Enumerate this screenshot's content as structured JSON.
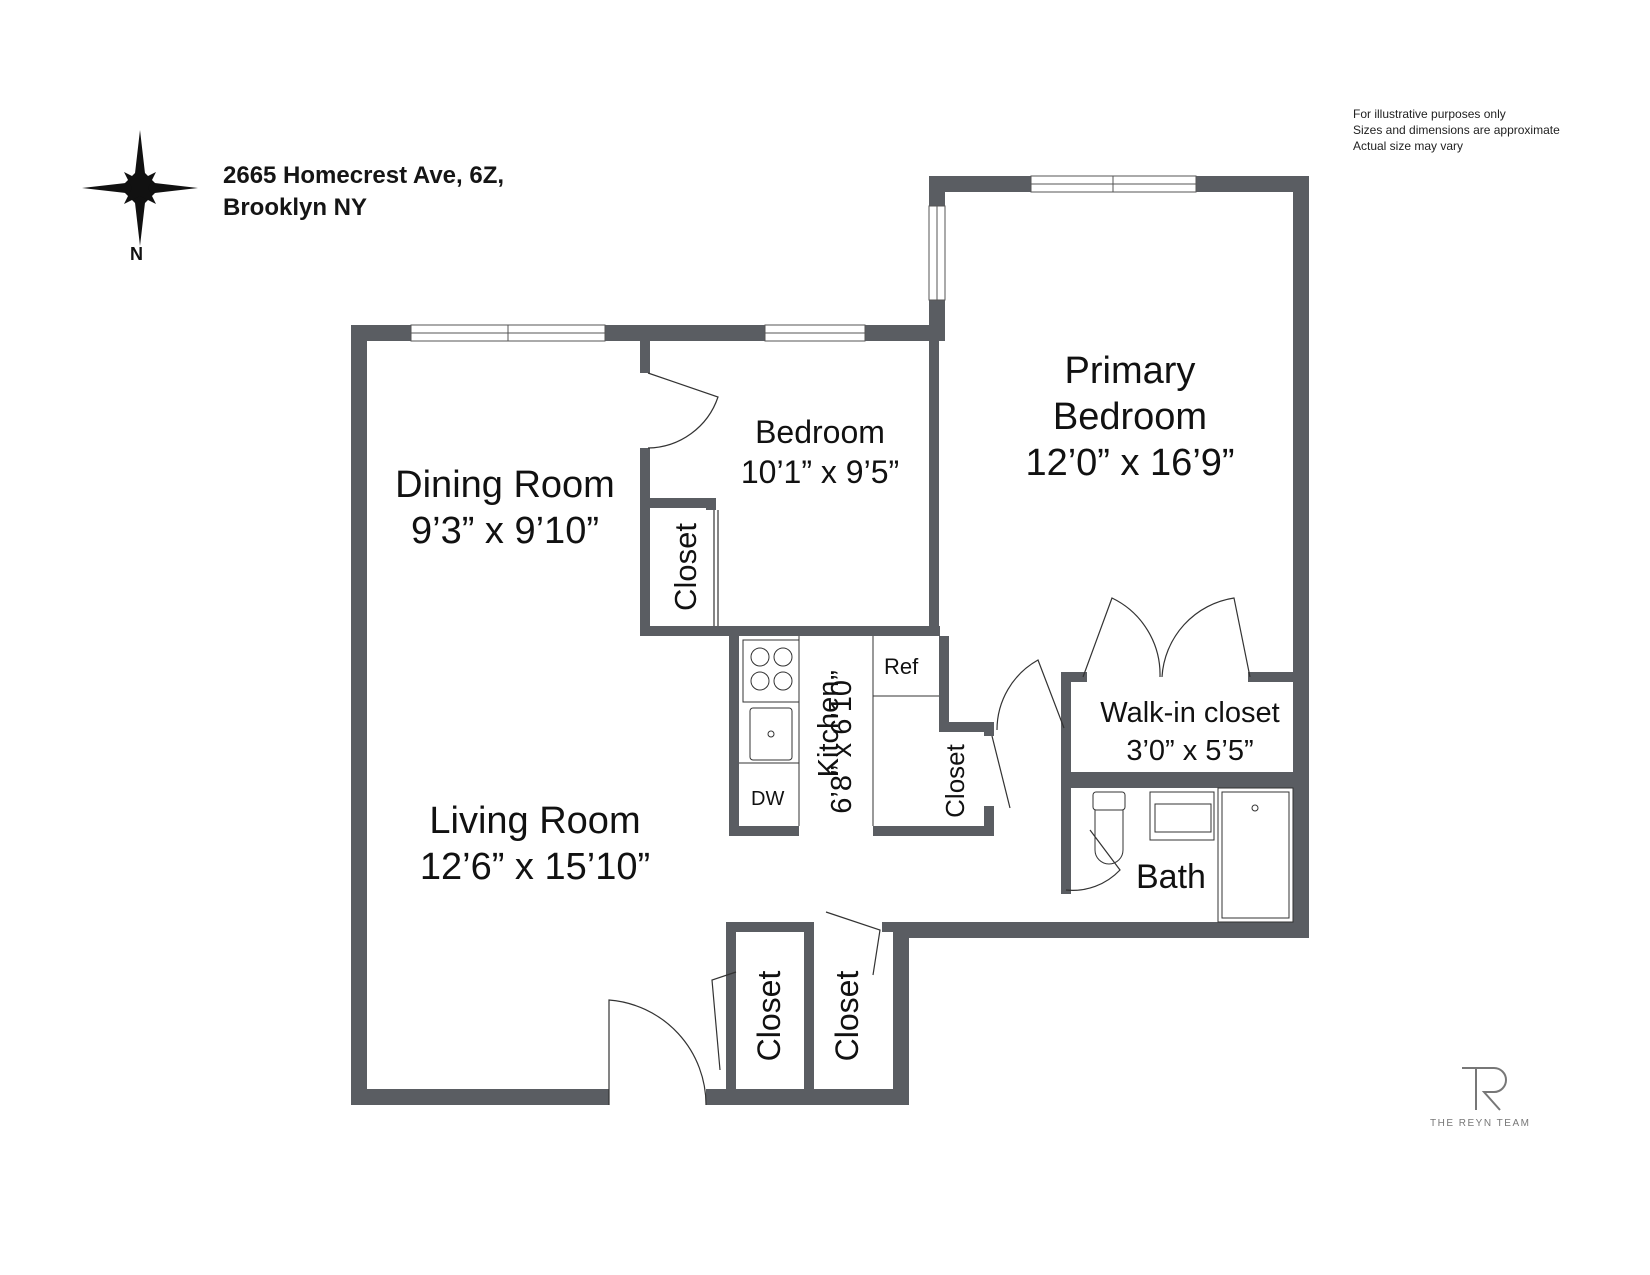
{
  "header": {
    "address_line1": "2665 Homecrest Ave, 6Z,",
    "address_line2": "Brooklyn NY",
    "compass_label": "N"
  },
  "disclaimer": [
    "For illustrative purposes only",
    "Sizes and dimensions are approximate",
    "Actual size may vary"
  ],
  "rooms": {
    "primary_bedroom": {
      "name_line1": "Primary",
      "name_line2": "Bedroom",
      "dims": "12’0” x 16’9”"
    },
    "bedroom": {
      "name": "Bedroom",
      "dims": "10’1” x 9’5”"
    },
    "dining_room": {
      "name": "Dining Room",
      "dims": "9’3” x 9’10”"
    },
    "living_room": {
      "name": "Living Room",
      "dims": "12’6” x 15’10”"
    },
    "kitchen": {
      "name": "Kitchen",
      "dims": "6’8” x 6’10”"
    },
    "walk_in_closet": {
      "name": "Walk-in closet",
      "dims": "3’0” x 5’5”"
    },
    "bath": {
      "name": "Bath"
    },
    "bedroom_closet": {
      "name": "Closet"
    },
    "hall_closet": {
      "name": "Closet"
    },
    "entry_closet_1": {
      "name": "Closet"
    },
    "entry_closet_2": {
      "name": "Closet"
    }
  },
  "fixtures": {
    "refrigerator": "Ref",
    "dishwasher": "DW"
  },
  "brand": {
    "logo_mark": "TR",
    "name": "THE REYN TEAM"
  },
  "colors": {
    "wall": "#5a5d62",
    "line": "#333333",
    "background": "#ffffff"
  }
}
